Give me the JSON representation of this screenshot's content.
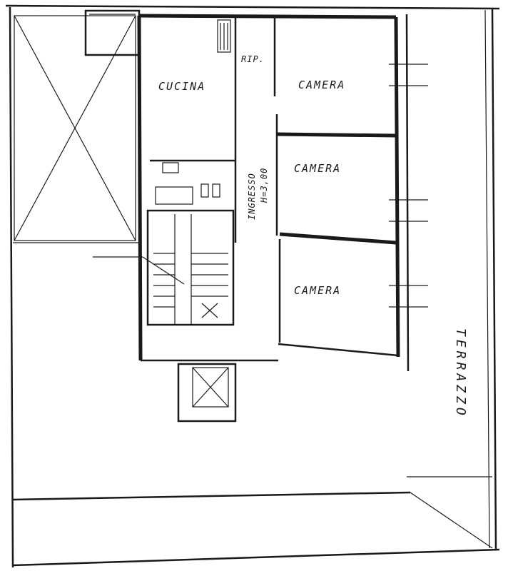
{
  "plan": {
    "rooms": {
      "kitchen": "CUCINA",
      "storage": "RIP.",
      "bedroom_1": "CAMERA",
      "bedroom_2": "CAMERA",
      "bedroom_3": "CAMERA"
    },
    "entrance": "INGRESSO",
    "height_note": "H=3,00",
    "terrace": "TERRAZZO"
  }
}
